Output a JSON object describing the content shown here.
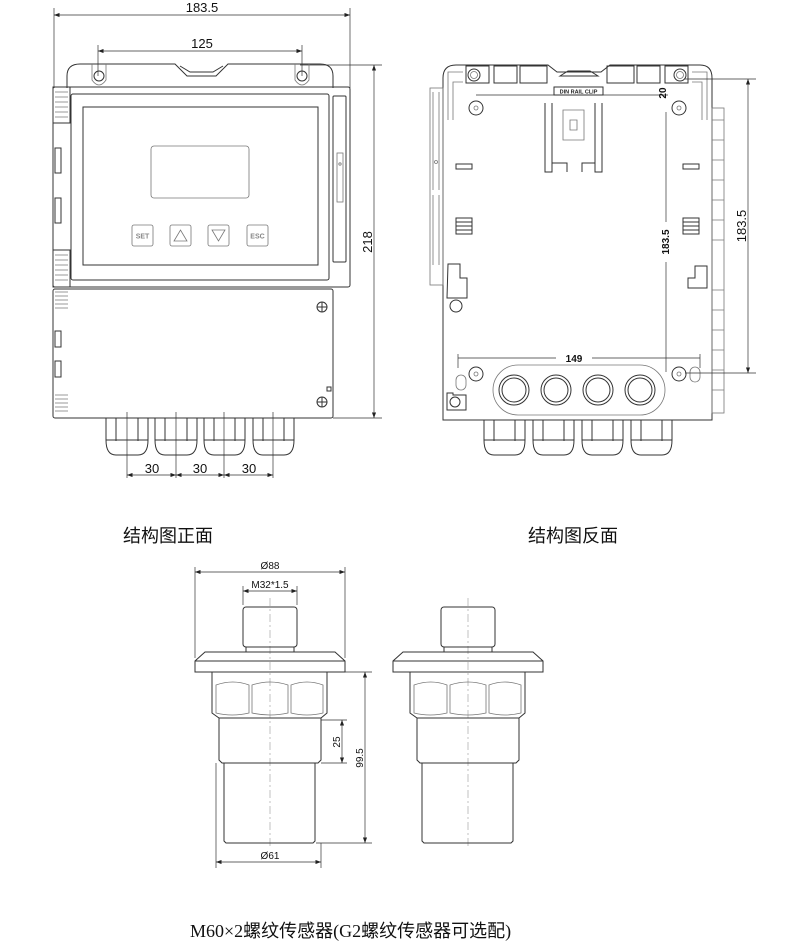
{
  "front_view": {
    "caption": "结构图正面",
    "dims": {
      "width": "183.5",
      "mount_spacing": "125",
      "height": "218",
      "gland_spacing": [
        "30",
        "30",
        "30"
      ]
    },
    "buttons": [
      "SET",
      "△",
      "▽",
      "ESC"
    ]
  },
  "back_view": {
    "caption": "结构图反面",
    "din_label": "DIN RAIL CLIP",
    "dims": {
      "height": "183.5",
      "inner_height": "183.5",
      "hole_spacing": "149",
      "offset": "20"
    }
  },
  "sensor": {
    "dims": {
      "flange_dia": "Ø88",
      "thread": "M32*1.5",
      "length": "99.5",
      "thread_len": "25",
      "body_dia": "Ø61"
    },
    "caption": "M60×2螺纹传感器(G2螺纹传感器可选配)"
  }
}
